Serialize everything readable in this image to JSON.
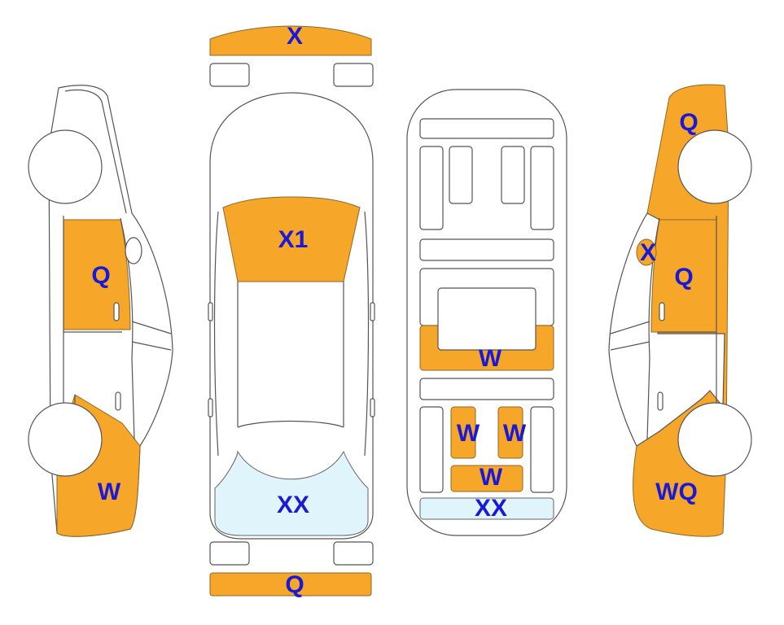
{
  "colors": {
    "damage_fill": "#f6a629",
    "glass_fill": "#dff4fb",
    "label_color": "#1a1ad6",
    "outline": "#555555"
  },
  "labels": {
    "front_bumper": "X",
    "rear_bumper": "Q",
    "windshield": "X1",
    "rear_window": "XX",
    "left_front_door": "Q",
    "left_rear_quarter": "W",
    "right_front_fender": "Q",
    "right_mirror": "X",
    "right_front_door": "Q",
    "right_rear_quarter": "WQ",
    "interior_front_floor": "W",
    "interior_rear_seat_left": "W",
    "interior_rear_seat_right": "W",
    "interior_rear_center": "W",
    "interior_trunk": "XX"
  }
}
